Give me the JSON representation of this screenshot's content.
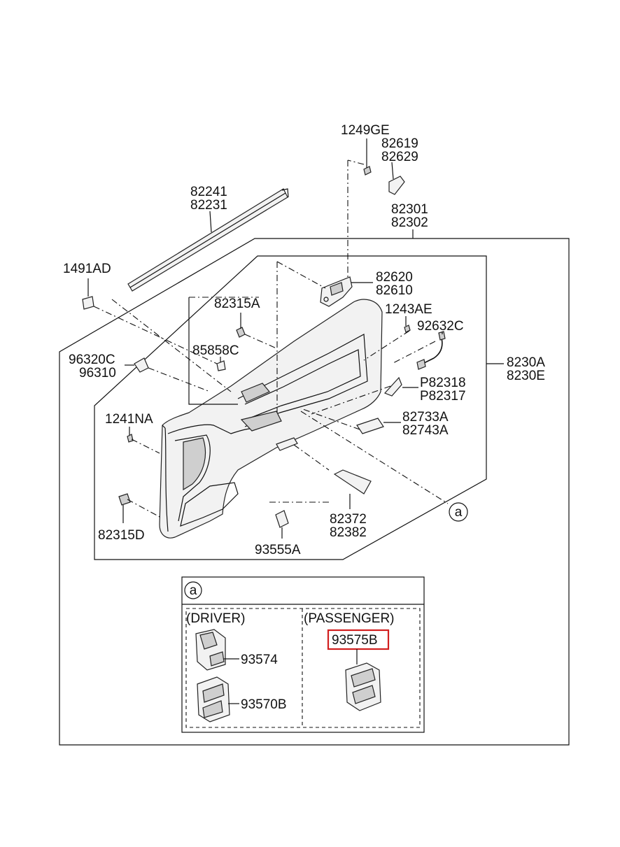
{
  "labels": {
    "p1249GE": "1249GE",
    "p82619": "82619",
    "p82629": "82629",
    "p82241": "82241",
    "p82231": "82231",
    "p82301": "82301",
    "p82302": "82302",
    "p1491AD": "1491AD",
    "p82620": "82620",
    "p82610": "82610",
    "p82315A": "82315A",
    "p1243AE": "1243AE",
    "p92632C": "92632C",
    "p96320C": "96320C",
    "p96310": "96310",
    "p85858C": "85858C",
    "p8230A": "8230A",
    "p8230E": "8230E",
    "pP82318": "P82318",
    "pP82317": "P82317",
    "p1241NA": "1241NA",
    "p82733A": "82733A",
    "p82743A": "82743A",
    "p82372": "82372",
    "p82382": "82382",
    "p82315D": "82315D",
    "p93555A": "93555A",
    "ref_a_main": "a"
  },
  "detail": {
    "ref": "a",
    "driver_header": "(DRIVER)",
    "passenger_header": "(PASSENGER)",
    "p93574": "93574",
    "p93570B": "93570B",
    "p93575B": "93575B",
    "highlighted_part": "93575B",
    "highlight_color": "#d21f1f"
  }
}
